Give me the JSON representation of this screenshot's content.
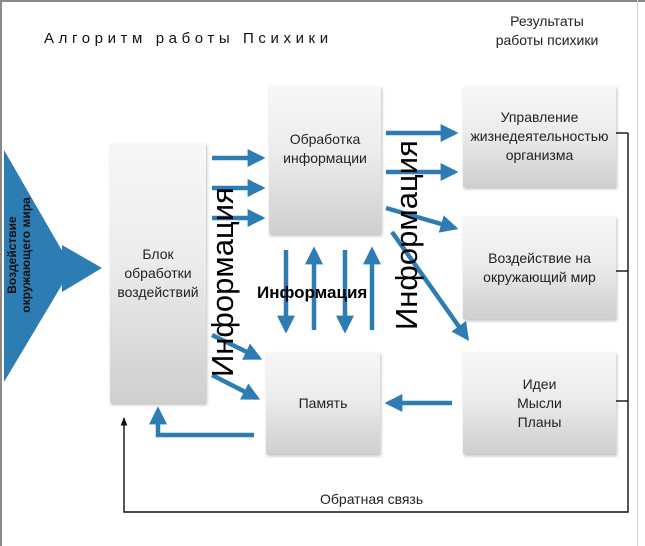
{
  "title": "Алгоритм работы Психики",
  "results_heading": "Результаты работы психики",
  "input": {
    "label": "Воздействие окружающего мира",
    "color": "#2e7cb4"
  },
  "blocks": {
    "processing": "Блок обработки воздействий",
    "info_processing": "Обработка информации",
    "memory": "Память",
    "control": "Управление жизнедеятельностью организма",
    "environment": "Воздействие на окружающий мир",
    "ideas": "Идеи Мысли Планы"
  },
  "labels": {
    "info_left": "Информация",
    "info_right": "Информация",
    "info_center": "Информация",
    "feedback": "Обратная связь"
  },
  "colors": {
    "arrow": "#2e7cb4",
    "line": "#111111"
  }
}
